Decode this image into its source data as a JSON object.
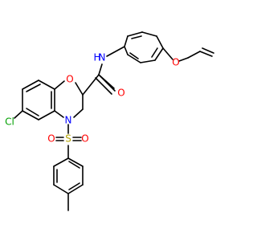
{
  "colors": {
    "background": "#ffffff",
    "bond": "#000000",
    "carbon": "#000000",
    "oxygen": "#ff0000",
    "nitrogen": "#0000ff",
    "chlorine": "#00a000",
    "sulfur": "#b3a300"
  },
  "labels": {
    "o_amide": "O",
    "n_amide": "N",
    "h_amide": "H",
    "o_ring": "O",
    "n_ring": "N",
    "s_sulfonyl": "S",
    "o_sulfonyl_left": "O",
    "o_sulfonyl_right": "O",
    "cl": "Cl",
    "o_ether": "O"
  }
}
